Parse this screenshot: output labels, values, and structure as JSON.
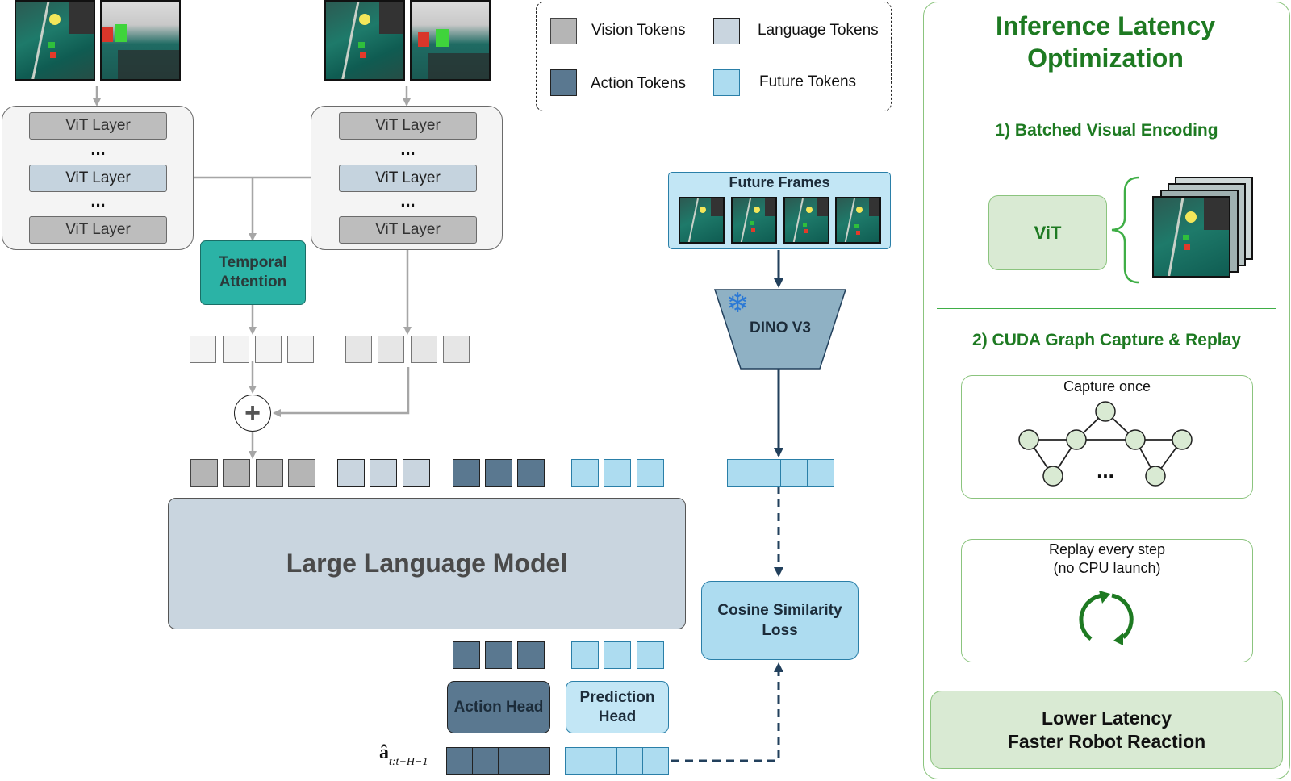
{
  "legend": {
    "vision": "Vision Tokens",
    "language": "Language Tokens",
    "action": "Action Tokens",
    "future": "Future Tokens"
  },
  "encoder": {
    "vit_layer": "ViT Layer",
    "ellipsis": "..."
  },
  "temporal_attention": "Temporal Attention",
  "plus_symbol": "+",
  "llm": "Large Language Model",
  "action_head": "Action Head",
  "prediction_head": "Prediction Head",
  "future_frames": "Future Frames",
  "dino": "DINO V3",
  "loss": "Cosine Similarity Loss",
  "action_output": {
    "symbol": "â",
    "subscript": "t:t+H−1"
  },
  "panel": {
    "title": "Inference Latency Optimization",
    "section1": "1) Batched Visual Encoding",
    "vit": "ViT",
    "section2": "2) CUDA Graph Capture & Replay",
    "capture": "Capture once",
    "graph_ellipsis": "...",
    "replay_line1": "Replay every step",
    "replay_line2": "(no CPU launch)",
    "result_line1": "Lower Latency",
    "result_line2": "Faster Robot Reaction"
  },
  "colors": {
    "panel_green": "#1e7a22",
    "panel_fill": "#d9ead3",
    "teal": "#2bb3a6",
    "action_token": "#5a7890",
    "future_token": "#addcf0",
    "dark_arrow": "#22405c",
    "gray_arrow": "#a6a6a6"
  }
}
